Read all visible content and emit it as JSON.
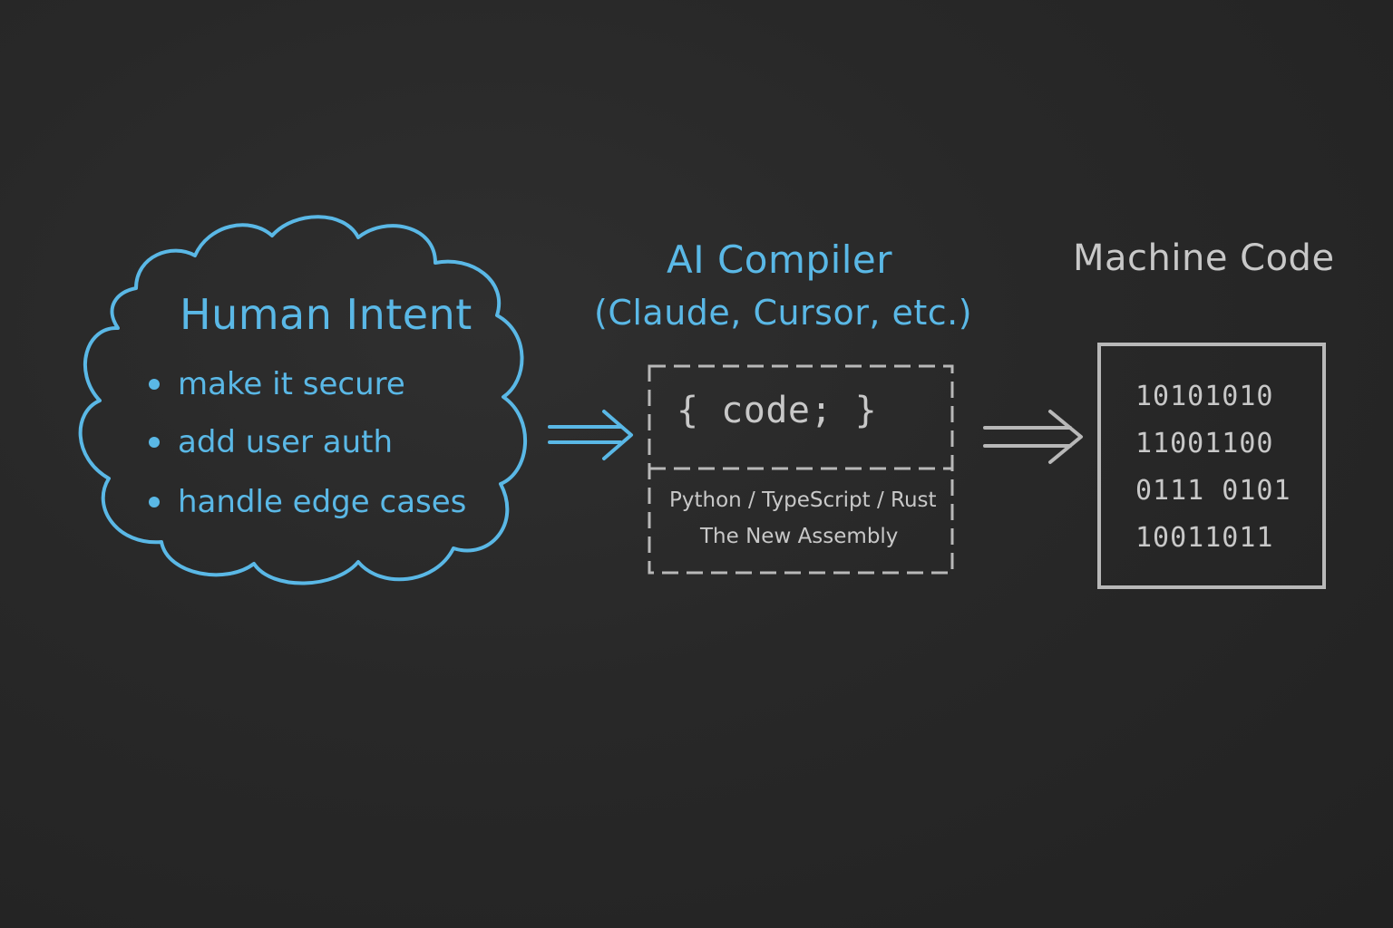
{
  "colors": {
    "background": "#262626",
    "chalk_blue": "#5ab8e6",
    "chalk_grey": "#c8c8c8"
  },
  "human_intent": {
    "title": "Human Intent",
    "bullets": [
      "make it secure",
      "add user auth",
      "handle edge cases"
    ]
  },
  "compiler": {
    "title": "AI Compiler",
    "subtitle": "(Claude, Cursor, etc.)",
    "code": "{ code; }",
    "languages": "Python / TypeScript / Rust",
    "caption": "The New Assembly"
  },
  "machine_code": {
    "title": "Machine Code",
    "rows": [
      "10101010",
      "11001100",
      "0111 0101",
      "10011011"
    ]
  },
  "icons": [
    "cloud-shape",
    "double-arrow-icon",
    "dashed-box",
    "solid-box"
  ]
}
